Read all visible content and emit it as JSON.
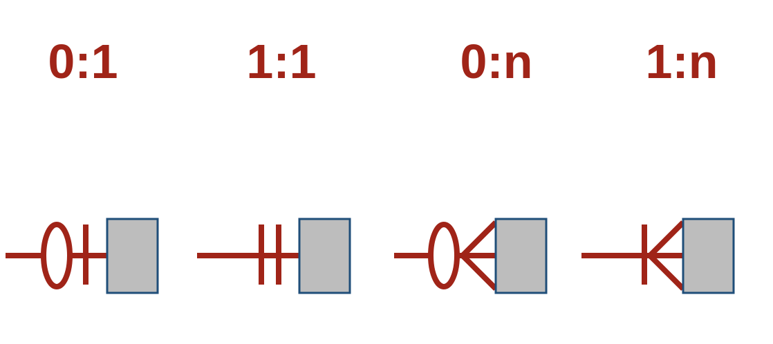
{
  "colors": {
    "notation": "#a02418",
    "entity_fill": "#bdbdbd",
    "entity_stroke": "#1f4e79",
    "background": "#ffffff"
  },
  "symbols": [
    {
      "label": "0:1",
      "notation": "zero-or-one"
    },
    {
      "label": "1:1",
      "notation": "exactly-one"
    },
    {
      "label": "0:n",
      "notation": "zero-or-many"
    },
    {
      "label": "1:n",
      "notation": "one-or-many"
    }
  ]
}
